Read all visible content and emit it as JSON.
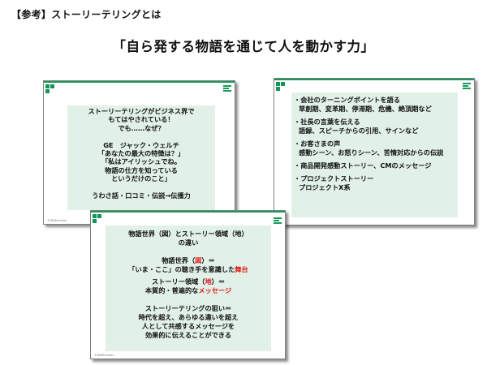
{
  "heading": "【参考】ストーリーテリングとは",
  "main_title": "「自ら発する物語を通じて人を動かす力」",
  "colors": {
    "accent_green": "#1a9a5a",
    "panel_bg": "#e1f1e7",
    "highlight_red": "#e01818"
  },
  "slide_footer": "©DBDirection",
  "slide1": {
    "lines": [
      "ストーリーテリングがビジネス界で",
      "もてはやされている！",
      "でも……なぜ？",
      "",
      "GE　ジャック・ウェルチ",
      "「あなたの最大の特徴は？」",
      "「私はアイリッシュでね。",
      "物語の仕方を知っている",
      "というだけのこと」",
      "",
      "うわさ話・口コミ・伝説→伝播力"
    ]
  },
  "slide2": {
    "items": [
      {
        "main": "・会社のターニングポイントを語る",
        "sub": "草創期、変革期、停滞期、危機、絶頂期など"
      },
      {
        "main": "・社長の言葉を伝える",
        "sub": "語録、スピーチからの引用、サインなど"
      },
      {
        "main": "・お客さまの声",
        "sub": "感動シーン、お怒りシーン、苦情対応からの伝説"
      },
      {
        "main": "・商品開発感動ストーリー、CMのメッセージ",
        "sub": ""
      },
      {
        "main": "・プロジェクトストーリー",
        "sub": "プロジェクトX系"
      }
    ]
  },
  "slide3": {
    "title_line1": "物語世界（図）とストーリー領域（地）",
    "title_line2": "の違い",
    "figure_prefix": "物語世界（",
    "figure_mark": "図",
    "figure_suffix": "）＝",
    "figure_desc_prefix": "「いま・ここ」の聴き手を意識した",
    "figure_desc_mark": "舞台",
    "ground_prefix": "ストーリー領域（",
    "ground_mark": "地",
    "ground_suffix": "）＝",
    "ground_desc_prefix": "本質的・普遍的な",
    "ground_desc_mark": "メッセージ",
    "aim_lines": [
      "ストーリーテリングの狙い＝",
      "時代を超え、あらゆる違いを超え",
      "人として共感するメッセージを",
      "効果的に伝えることができる"
    ]
  }
}
